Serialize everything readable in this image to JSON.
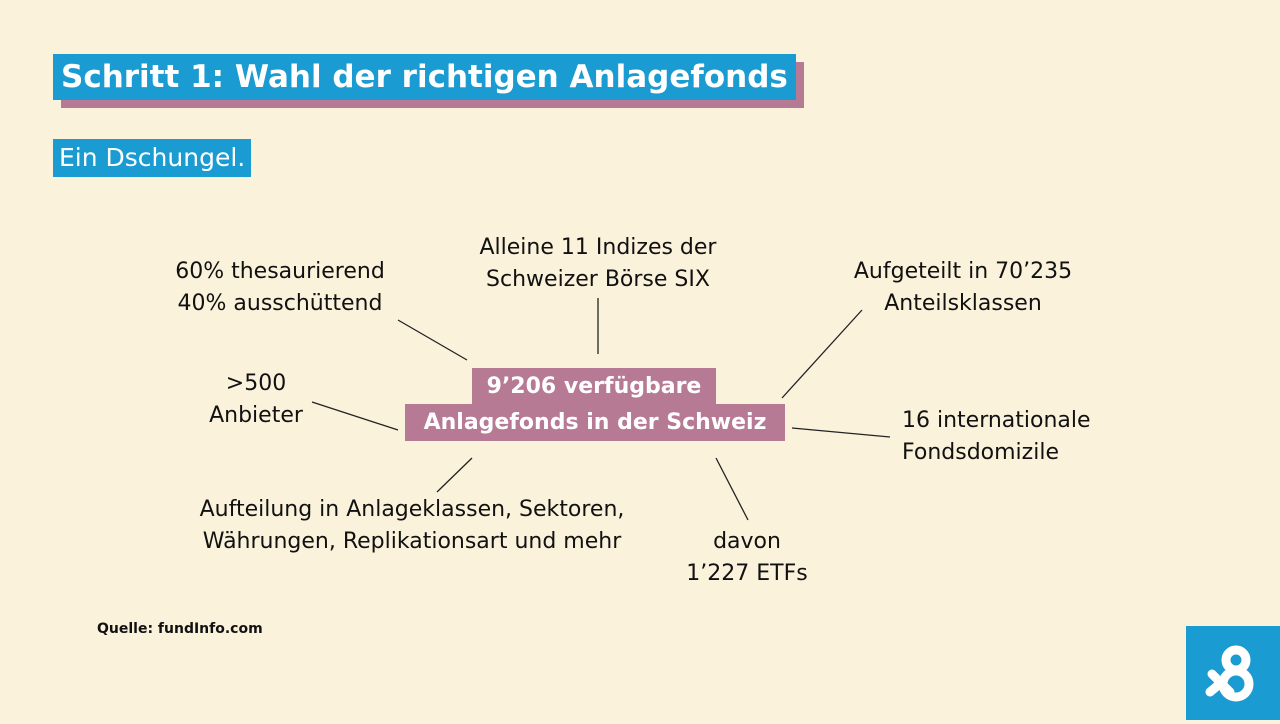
{
  "header": {
    "title": "Schritt 1: Wahl der richtigen Anlagefonds",
    "subtitle": "Ein Dschungel."
  },
  "diagram": {
    "center": {
      "line1": "9’206 verfügbare",
      "line2": "Anlagefonds in der Schweiz"
    },
    "nodes": {
      "thesaurierend": [
        "60% thesaurierend",
        "40% ausschüttend"
      ],
      "indizes": [
        "Alleine 11 Indizes der",
        "Schweizer Börse SIX"
      ],
      "anteilsklassen": [
        "Aufgeteilt in 70’235",
        "Anteilsklassen"
      ],
      "anbieter": [
        ">500",
        "Anbieter"
      ],
      "domizile": [
        "16 internationale",
        "Fondsdomizile"
      ],
      "aufteilung": [
        "Aufteilung in Anlageklassen, Sektoren,",
        "Währungen, Replikationsart und mehr"
      ],
      "etfs": [
        "davon",
        "1’227 ETFs"
      ]
    }
  },
  "footer": {
    "source": "Quelle: fundInfo.com"
  },
  "colors": {
    "background": "#fbf2dc",
    "accent_blue": "#1a9bd1",
    "accent_mauve": "#b77a94"
  },
  "logo": {
    "icon": "ampersand-logo-icon"
  }
}
